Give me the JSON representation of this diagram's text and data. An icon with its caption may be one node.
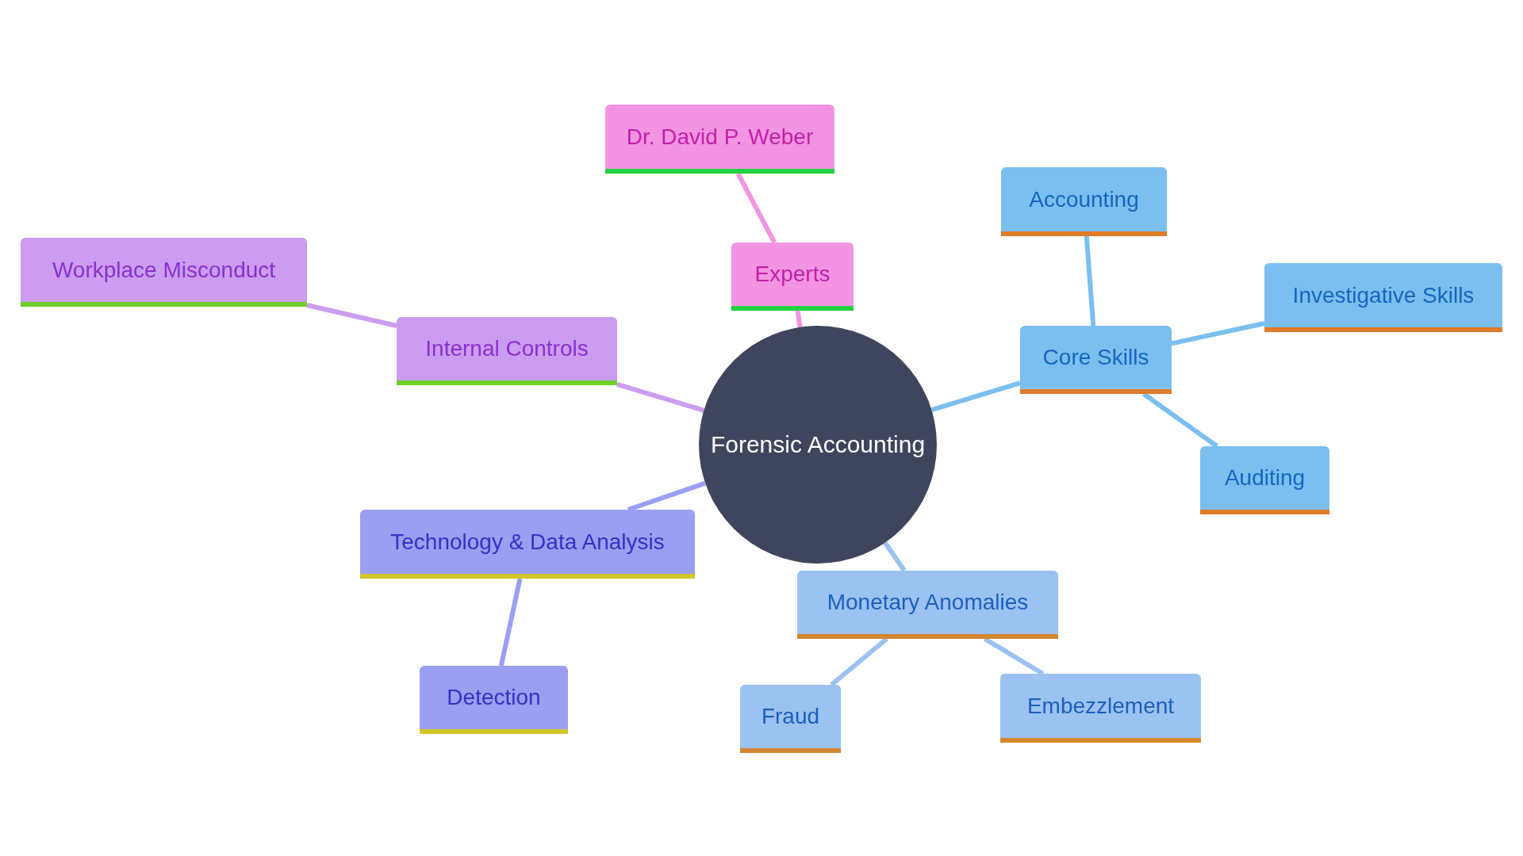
{
  "diagram": {
    "nodes": [
      {
        "text": [
          "Forensic Accounting"
        ]
      },
      {
        "text": [
          "Experts"
        ]
      },
      {
        "text": [
          "Dr. David P. Weber"
        ]
      },
      {
        "text": [
          "Core Skills"
        ]
      },
      {
        "text": [
          "Accounting"
        ]
      },
      {
        "text": [
          "Investigative Skills"
        ]
      },
      {
        "text": [
          "Auditing"
        ]
      },
      {
        "text": [
          "Monetary Anomalies"
        ]
      },
      {
        "text": [
          "Fraud"
        ]
      },
      {
        "text": [
          "Embezzlement"
        ]
      },
      {
        "text": [
          "Technology & Data Analysis"
        ]
      },
      {
        "text": [
          "Detection"
        ]
      },
      {
        "text": [
          "Internal Controls"
        ]
      },
      {
        "text": [
          "Workplace Misconduct"
        ]
      }
    ],
    "edges": [
      {
        "from": 0,
        "to": 1,
        "arrow": "none",
        "color": "#f294e2"
      },
      {
        "from": 1,
        "to": 2,
        "arrow": "none",
        "color": "#f294e2"
      },
      {
        "from": 0,
        "to": 3,
        "arrow": "none",
        "color": "#7bbff0"
      },
      {
        "from": 3,
        "to": 4,
        "arrow": "none",
        "color": "#7bbff0"
      },
      {
        "from": 3,
        "to": 5,
        "arrow": "none",
        "color": "#7bbff0"
      },
      {
        "from": 3,
        "to": 6,
        "arrow": "none",
        "color": "#7bbff0"
      },
      {
        "from": 0,
        "to": 7,
        "arrow": "none",
        "color": "#9bc2f0"
      },
      {
        "from": 7,
        "to": 8,
        "arrow": "none",
        "color": "#9bc2f0"
      },
      {
        "from": 7,
        "to": 9,
        "arrow": "none",
        "color": "#9bc2f0"
      },
      {
        "from": 0,
        "to": 10,
        "arrow": "none",
        "color": "#9a9ff2"
      },
      {
        "from": 10,
        "to": 11,
        "arrow": "none",
        "color": "#9a9ff2"
      },
      {
        "from": 0,
        "to": 12,
        "arrow": "none",
        "color": "#cc9cf0"
      },
      {
        "from": 12,
        "to": 13,
        "arrow": "none",
        "color": "#cc9cf0"
      }
    ]
  }
}
